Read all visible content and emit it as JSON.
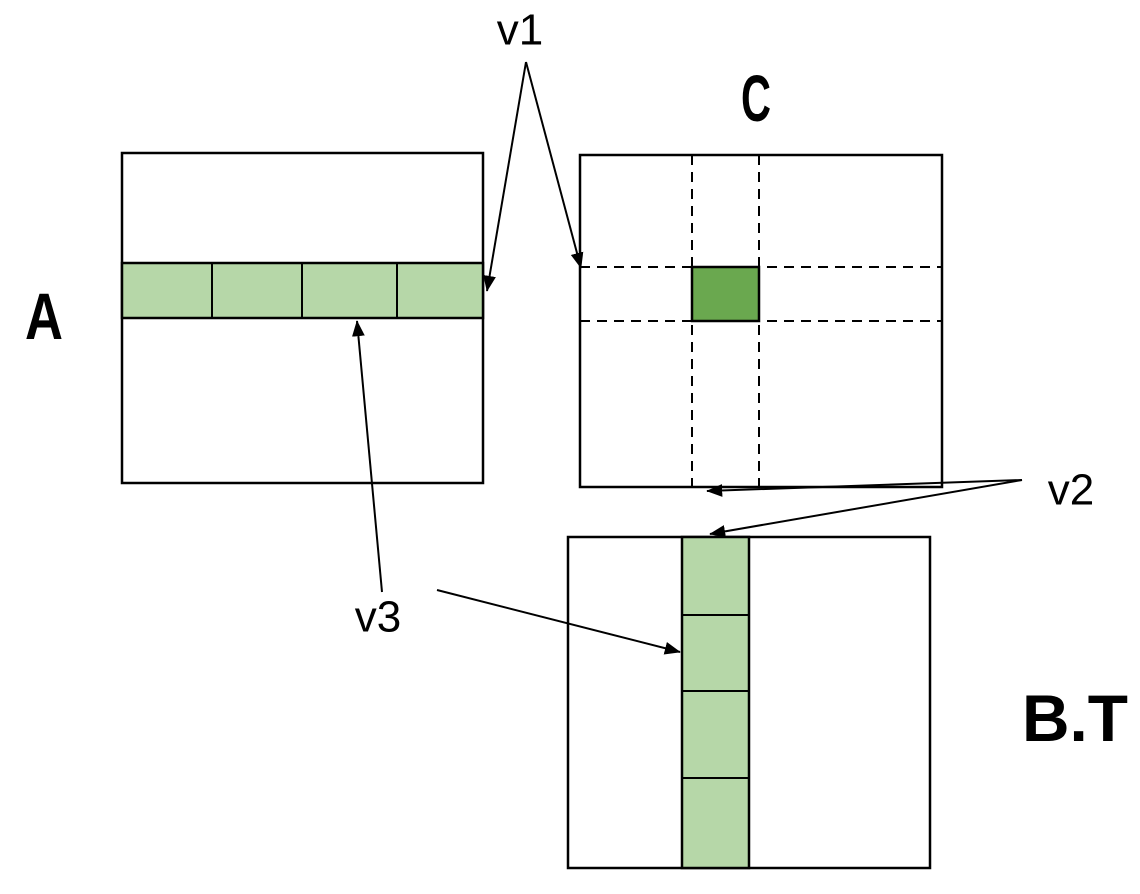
{
  "diagram": {
    "labels": {
      "matrix_a": "A",
      "matrix_c": "C",
      "matrix_bt": "B.T",
      "vector_v1": "v1",
      "vector_v2": "v2",
      "vector_v3": "v3"
    },
    "colors": {
      "highlight_light": "#b6d7a8",
      "highlight_dark": "#6aa84f",
      "stroke": "#000000",
      "background": "#ffffff"
    },
    "structure": {
      "a_row_cell_count": 4,
      "bt_column_cell_count": 4
    }
  }
}
